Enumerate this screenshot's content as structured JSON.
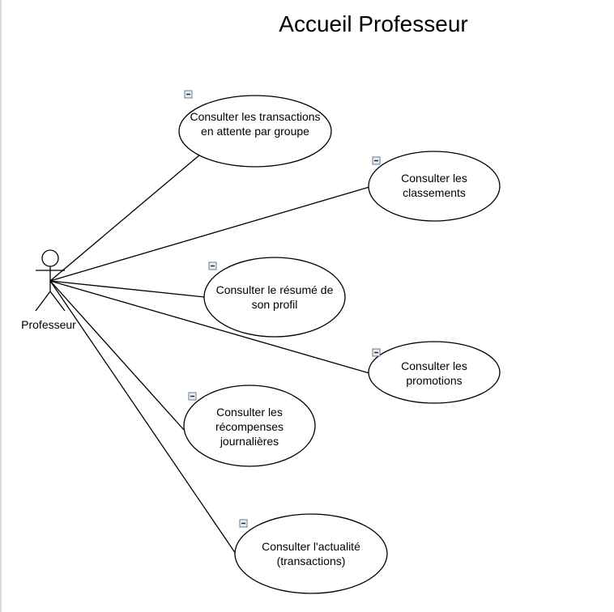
{
  "diagram": {
    "title": "Accueil Professeur",
    "actor": {
      "name": "Professeur"
    },
    "colors": {
      "stroke": "#000000",
      "background": "#ffffff",
      "collapse_box_fill": "#e8eef5",
      "collapse_box_border": "#6b7a8c"
    },
    "use_cases": [
      {
        "id": "uc1",
        "lines": [
          "Consulter les transactions",
          "en attente par groupe"
        ],
        "icon": "collapse-icon"
      },
      {
        "id": "uc2",
        "lines": [
          "Consulter les",
          "classements"
        ],
        "icon": "collapse-icon"
      },
      {
        "id": "uc3",
        "lines": [
          "Consulter le résumé de",
          "son profil"
        ],
        "icon": "collapse-icon"
      },
      {
        "id": "uc4",
        "lines": [
          "Consulter les",
          "promotions"
        ],
        "icon": "collapse-icon"
      },
      {
        "id": "uc5",
        "lines": [
          "Consulter les",
          "récompenses",
          "journalières"
        ],
        "icon": "collapse-icon"
      },
      {
        "id": "uc6",
        "lines": [
          "Consulter l'actualité",
          "(transactions)"
        ],
        "icon": "collapse-icon"
      }
    ]
  }
}
